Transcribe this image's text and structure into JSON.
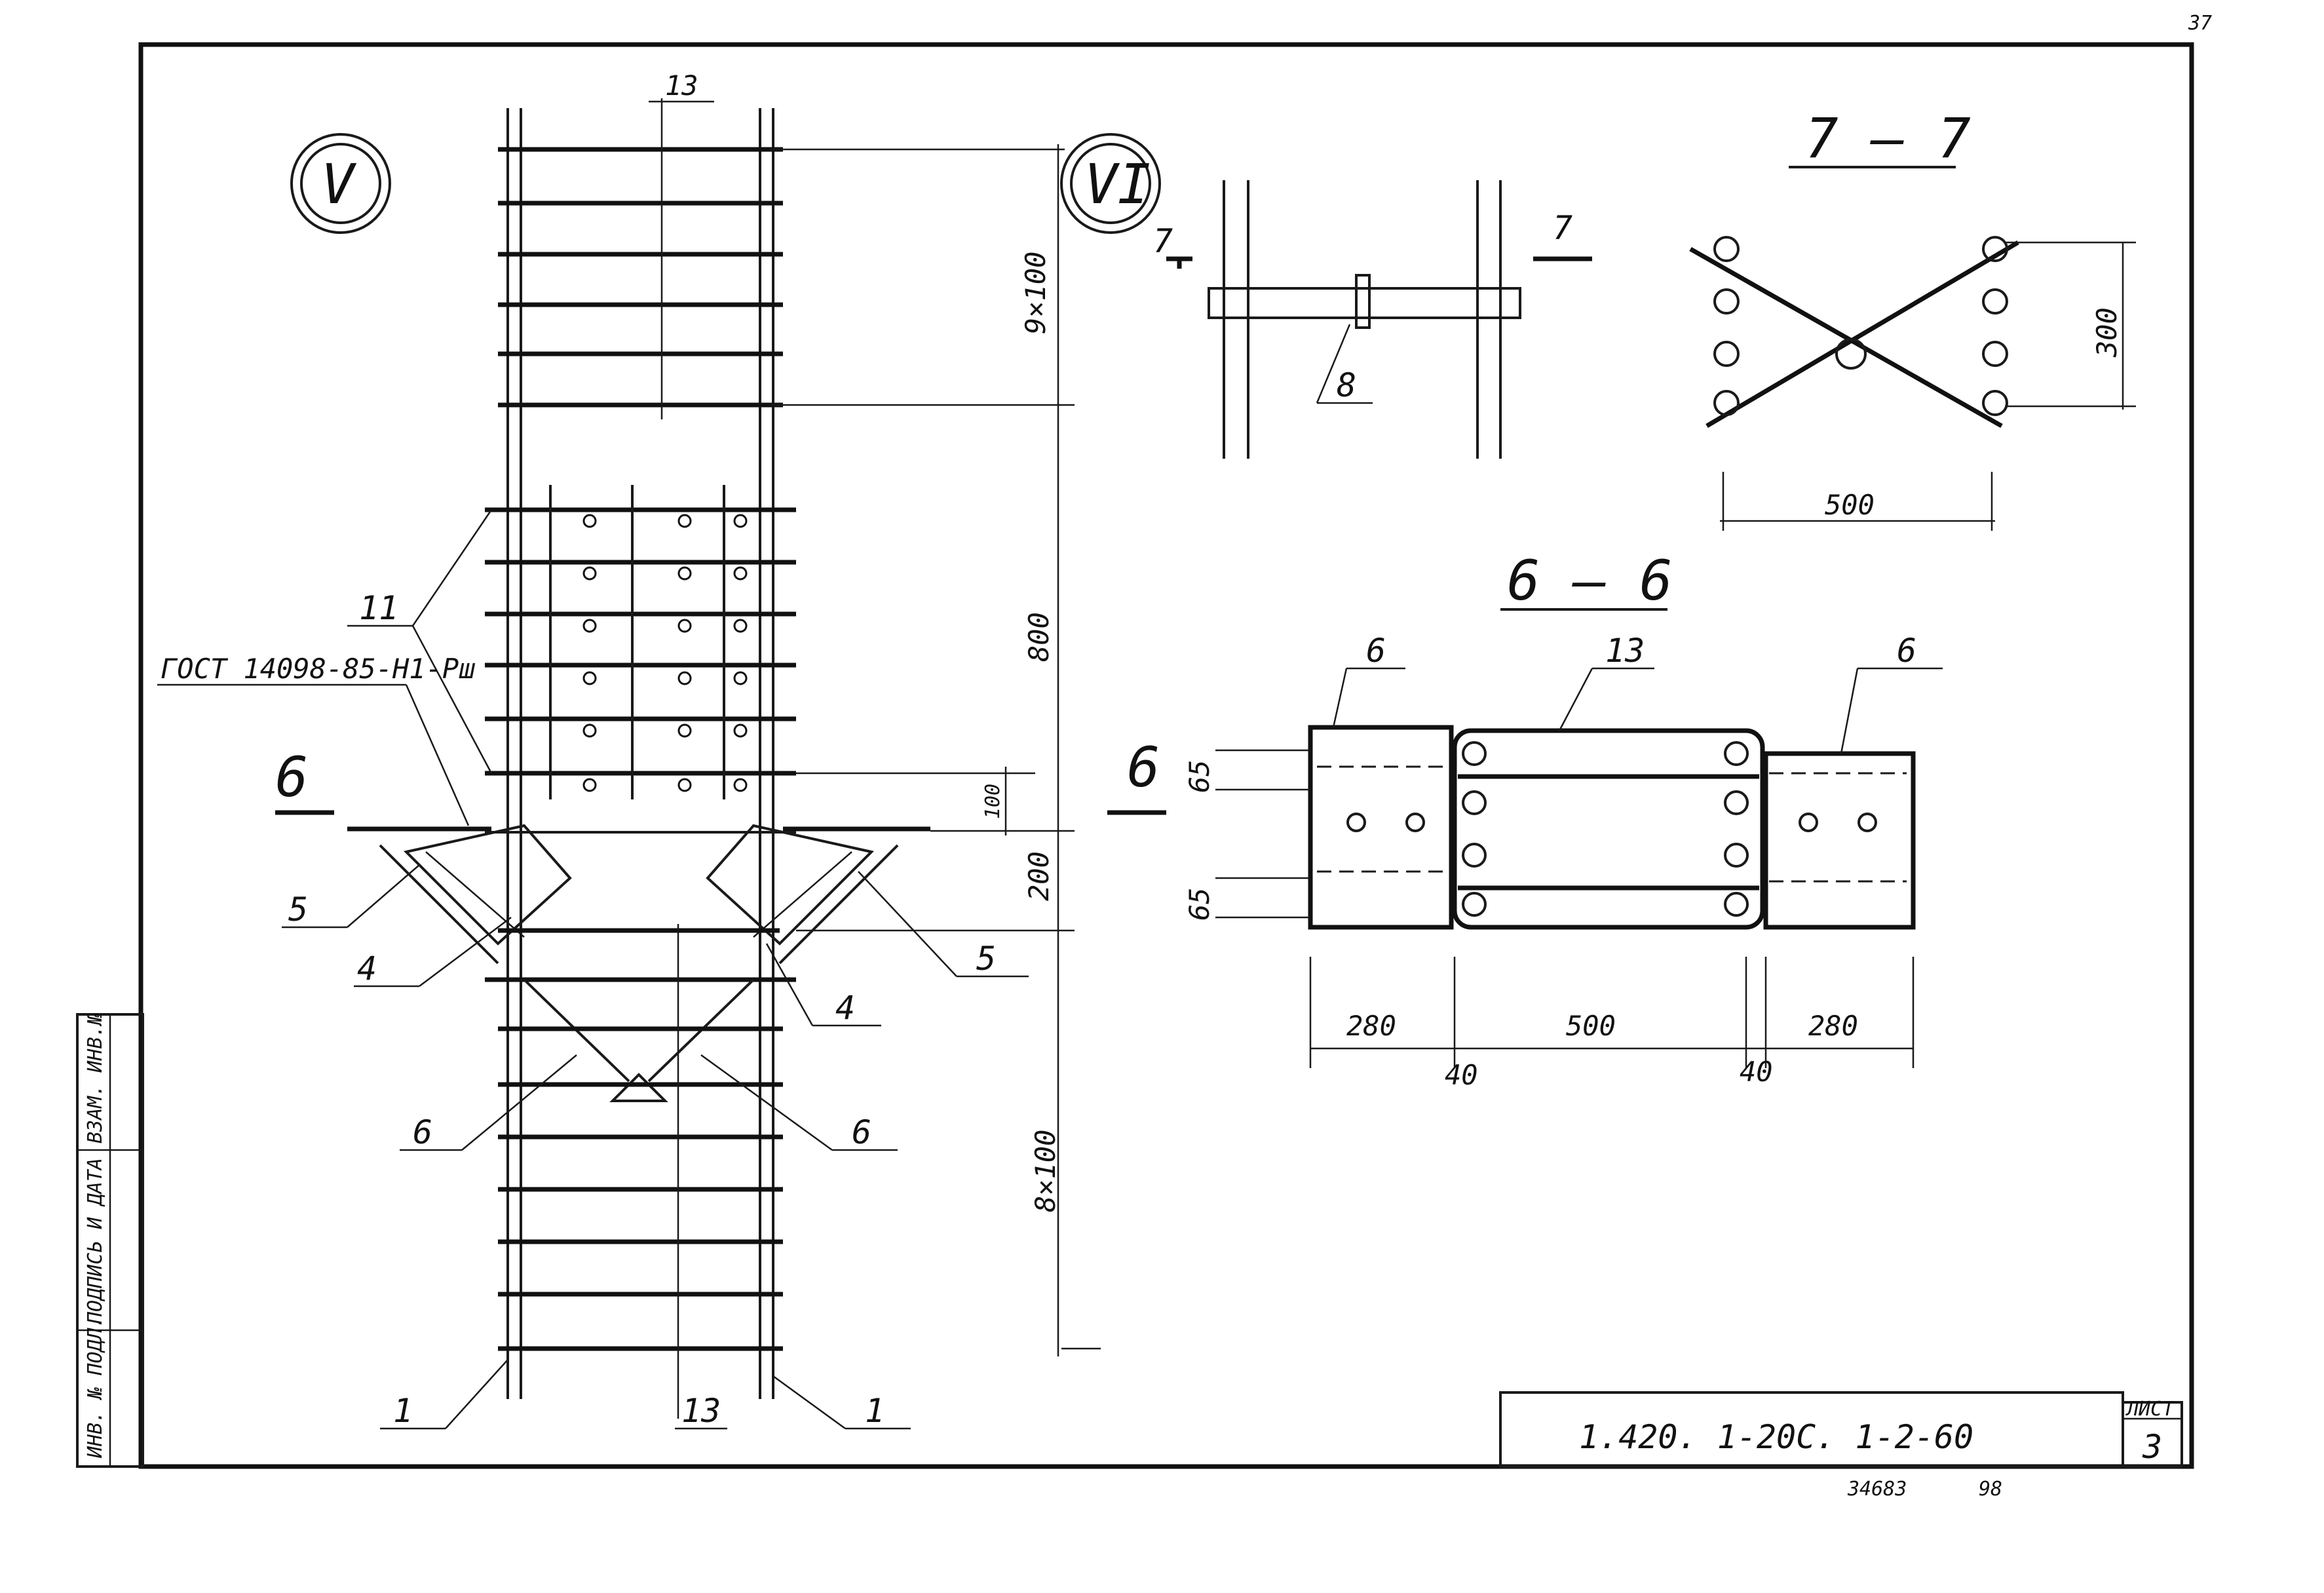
{
  "sheet": {
    "page_number": "37",
    "doc_code": "1.420. 1-20С. 1-2-60",
    "sheet_label": "ЛИСТ",
    "sheet_number": "3",
    "archive_number": "34683",
    "archive_suffix": "98"
  },
  "side_stamp": {
    "inv_orig": "ИНВ. № ПОДЛ.",
    "sign_date": "ПОДПИСЬ И ДАТА",
    "inv_replace": "ВЗАМ. ИНВ.№"
  },
  "main_view": {
    "node_v": "V",
    "node_vi": "VI",
    "gost_note": "ГОСТ 14098-85-Н1-Рш",
    "dims": [
      "9×100",
      "800",
      "100",
      "200",
      "8×100"
    ],
    "labels": {
      "pos_13_top": "13",
      "pos_13_bottom": "13",
      "pos_11": "11",
      "pos_1_left": "1",
      "pos_1_right": "1",
      "pos_4_left": "4",
      "pos_4_right": "4",
      "pos_5_left": "5",
      "pos_5_right": "5",
      "pos_6_left": "6",
      "pos_6_right": "6",
      "cut6_left": "6",
      "cut6_right": "6"
    }
  },
  "detail_top": {
    "cut7_left": "7",
    "cut7_right": "7",
    "pos_8": "8"
  },
  "section_7_7": {
    "title": "7 — 7",
    "dim_h": "300",
    "dim_w": "500"
  },
  "section_6_6": {
    "title": "6 — 6",
    "pos_6_left": "6",
    "pos_13": "13",
    "pos_6_right": "6",
    "dim_65_top": "65",
    "dim_65_bot": "65",
    "dim_280_left": "280",
    "dim_500": "500",
    "dim_280_right": "280",
    "dim_40_left": "40",
    "dim_40_right": "40"
  }
}
